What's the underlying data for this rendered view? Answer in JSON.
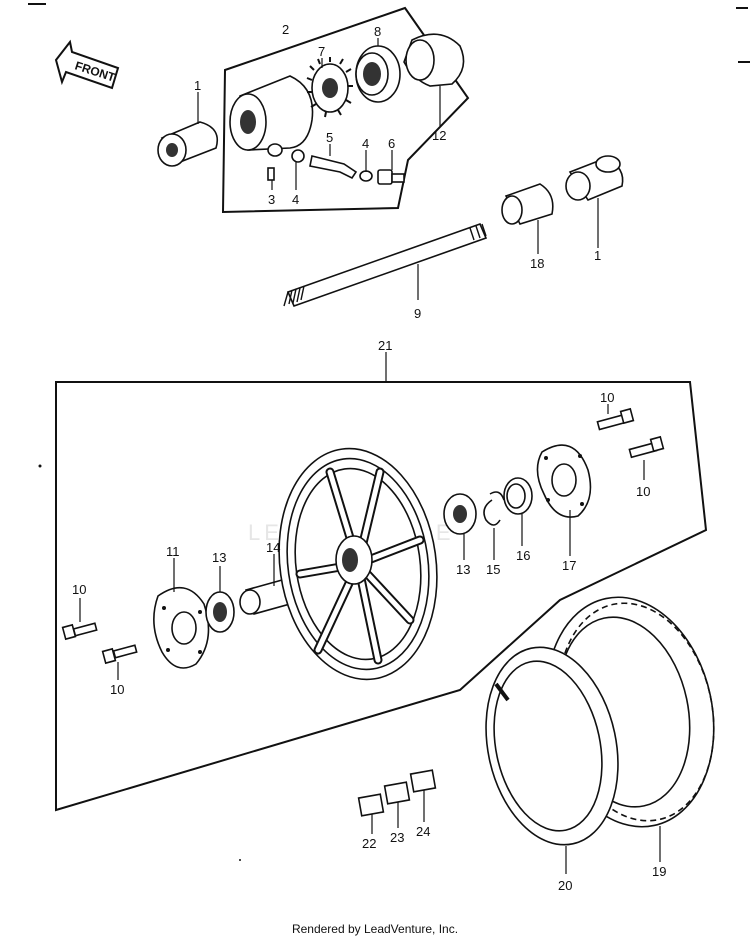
{
  "front_arrow_label": "FRONT",
  "watermark": "LEADVENTURE",
  "callouts": {
    "c1a": "1",
    "c2": "2",
    "c3": "3",
    "c4a": "4",
    "c5": "5",
    "c4b": "4",
    "c6": "6",
    "c7": "7",
    "c8": "8",
    "c12": "12",
    "c18": "18",
    "c1b": "1",
    "c9": "9",
    "c21": "21",
    "c10a": "10",
    "c10b": "10",
    "c10c": "10",
    "c10d": "10",
    "c11": "11",
    "c13a": "13",
    "c14": "14",
    "c13b": "13",
    "c15": "15",
    "c16": "16",
    "c17": "17",
    "c22": "22",
    "c23": "23",
    "c24": "24",
    "c20": "20",
    "c19": "19"
  },
  "footer": "Rendered by LeadVenture, Inc."
}
